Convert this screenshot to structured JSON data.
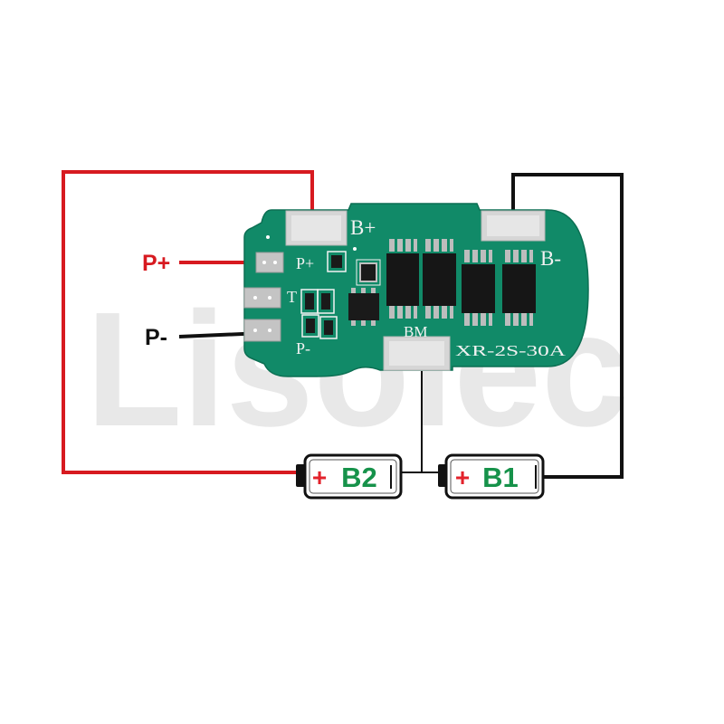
{
  "watermark": "Lisolec",
  "external_labels": {
    "p_plus": "P+",
    "p_minus": "P-"
  },
  "board": {
    "b_plus": "B+",
    "b_minus": "B-",
    "bm": "BM",
    "model": "XR-2S-30A",
    "p_plus": "P+",
    "t": "T",
    "p_minus": "P-"
  },
  "batteries": [
    {
      "plus": "+",
      "name": "B2"
    },
    {
      "plus": "+",
      "name": "B1"
    }
  ],
  "colors": {
    "board": "#118a68",
    "wire_red": "#d71a20",
    "wire_black": "#111111",
    "battery_text": "#16924a",
    "plus": "#e3222b",
    "pad": "#d6d6d6",
    "watermark": "#e8e8e8"
  }
}
